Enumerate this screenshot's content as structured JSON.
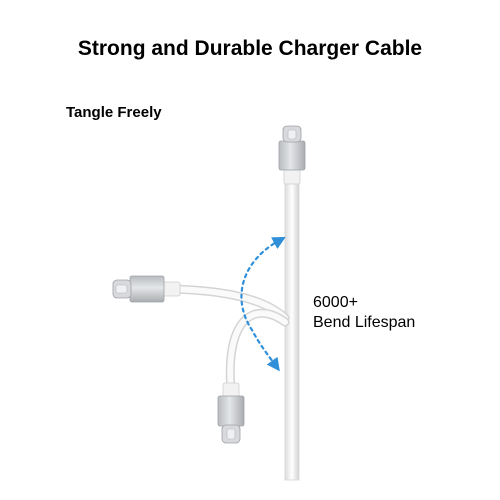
{
  "image": {
    "title": "Strong and Durable Charger Cable",
    "subtitle": "Tangle Freely",
    "callout": {
      "line1": "6000+",
      "line2": "Bend Lifespan"
    },
    "colors": {
      "background": "#ffffff",
      "text": "#000000",
      "cable": "#f4f4f4",
      "connector_metal": "#c9cbce",
      "arrow": "#2f8fd8"
    }
  }
}
